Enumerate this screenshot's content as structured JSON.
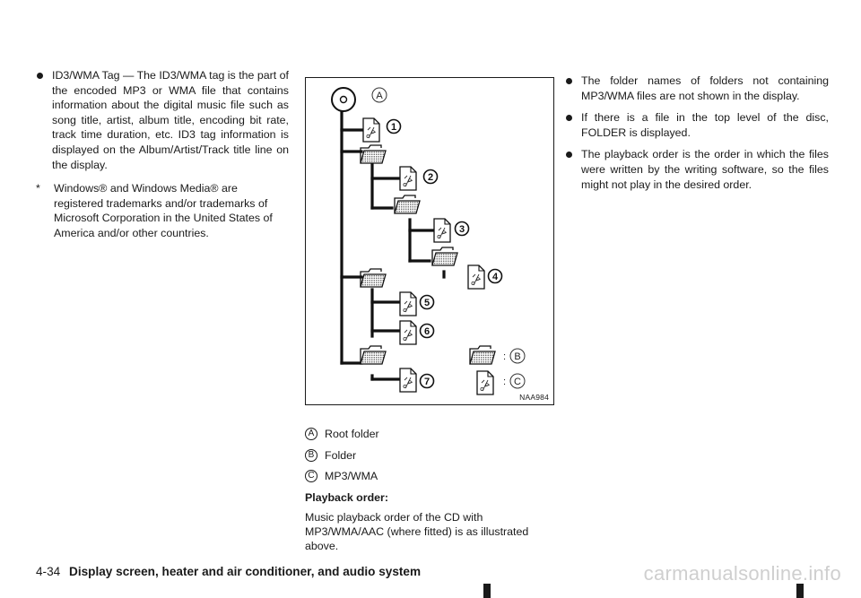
{
  "left_column": {
    "bullet_id3": "ID3/WMA Tag — The ID3/WMA tag is the part of the encoded MP3 or WMA file that contains information about the digital music file such as song title, artist, album title, encoding bit rate, track time duration, etc. ID3 tag information is displayed on the Album/Artist/Track title line on the display.",
    "footnote_symbol": "*",
    "footnote_text": "Windows® and Windows Media® are registered trademarks and/or trademarks of Microsoft Corporation in the United States of America and/or other countries."
  },
  "figure": {
    "labels": {
      "root": "A",
      "folder": "B",
      "file": "C"
    },
    "tracks": [
      "1",
      "2",
      "3",
      "4",
      "5",
      "6",
      "7"
    ],
    "code": "NAA984"
  },
  "legend": [
    {
      "key": "A",
      "label": "Root folder"
    },
    {
      "key": "B",
      "label": "Folder"
    },
    {
      "key": "C",
      "label": "MP3/WMA"
    }
  ],
  "playback": {
    "heading": "Playback order:",
    "text": "Music playback order of the CD with MP3/WMA/AAC (where fitted) is as illustrated above."
  },
  "right_column": {
    "bullets": [
      "The folder names of folders not containing MP3/WMA files are not shown in the display.",
      "If there is a file in the top level of the disc, FOLDER is displayed.",
      "The playback order is the order in which the files were written by the writing software, so the files might not play in the desired order."
    ]
  },
  "footer": {
    "page": "4-34",
    "section": "Display screen, heater and air conditioner, and audio system"
  },
  "watermark": "carmanualsonline.info"
}
